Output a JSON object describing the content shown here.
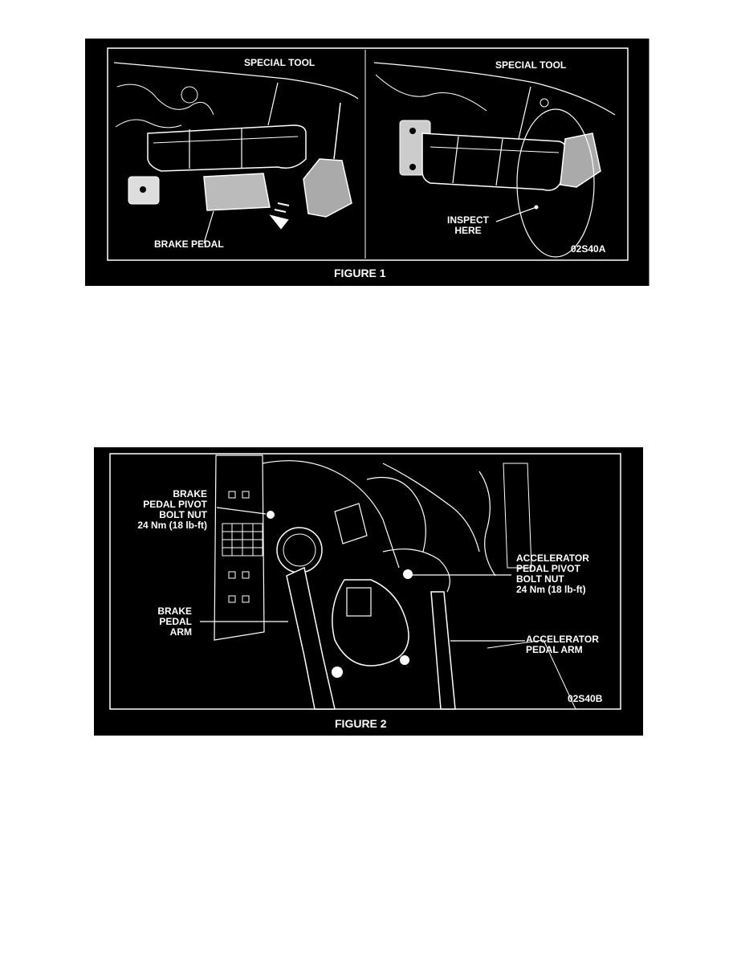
{
  "figure1": {
    "caption": "FIGURE 1",
    "code": "02S40A",
    "left_panel": {
      "special_tool": "SPECIAL TOOL",
      "brake_pedal": "BRAKE PEDAL"
    },
    "right_panel": {
      "special_tool": "SPECIAL TOOL",
      "inspect_line1": "INSPECT",
      "inspect_line2": "HERE"
    }
  },
  "figure2": {
    "caption": "FIGURE 2",
    "code": "02S40B",
    "brake_pivot": [
      "BRAKE",
      "PEDAL PIVOT",
      "BOLT NUT",
      "24 Nm (18 lb-ft)"
    ],
    "brake_arm": [
      "BRAKE",
      "PEDAL",
      "ARM"
    ],
    "accel_pivot": [
      "ACCELERATOR",
      "PEDAL PIVOT",
      "BOLT NUT",
      "24 Nm (18 lb-ft)"
    ],
    "accel_arm": [
      "ACCELERATOR",
      "PEDAL ARM"
    ]
  }
}
